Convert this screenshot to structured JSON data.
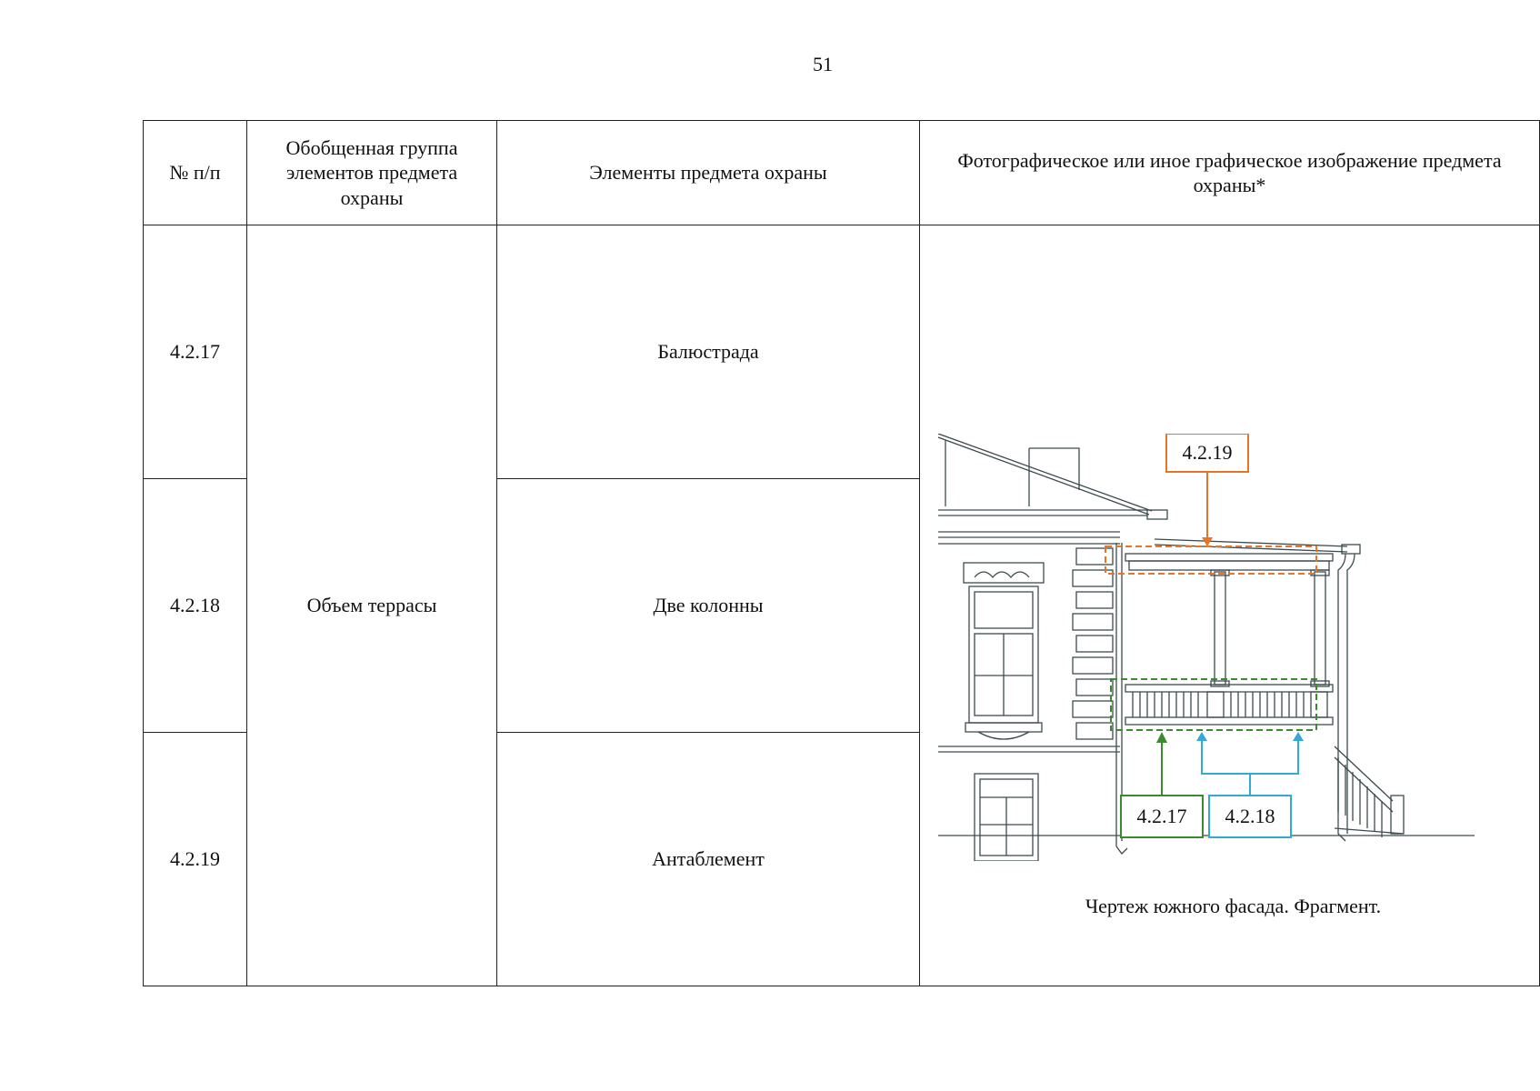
{
  "page_number": "51",
  "table": {
    "headers": [
      "№ п/п",
      "Обобщенная группа элементов предмета охраны",
      "Элементы предмета охраны",
      "Фотографическое или иное графическое изображение предмета охраны*"
    ],
    "group": "Объем террасы",
    "rows": [
      {
        "num": "4.2.17",
        "element": "Балюстрада"
      },
      {
        "num": "4.2.18",
        "element": "Две колонны"
      },
      {
        "num": "4.2.19",
        "element": "Антаблемент"
      }
    ]
  },
  "drawing": {
    "labels": {
      "entablature": "4.2.19",
      "balustrade": "4.2.17",
      "columns": "4.2.18"
    },
    "colors": {
      "entablature": "#e8742a",
      "balustrade": "#3a8a2e",
      "columns": "#35a9d6",
      "lines": "#3d4a4e"
    },
    "caption": "Чертеж южного фасада. Фрагмент."
  }
}
